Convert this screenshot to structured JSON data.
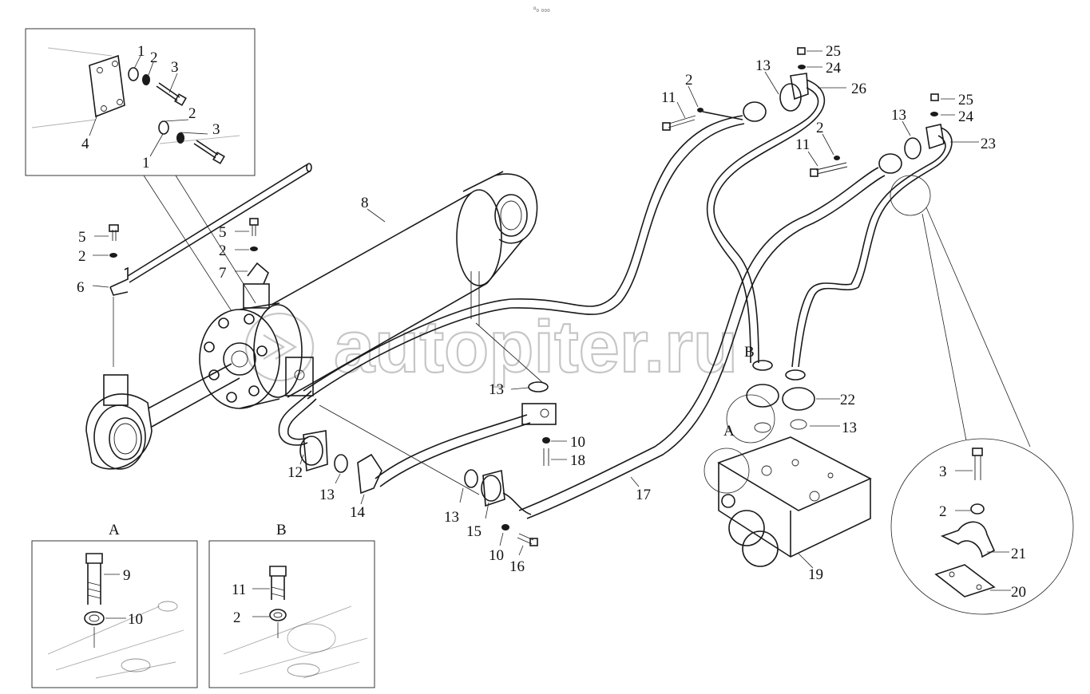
{
  "header_mark": "ᵒ₀ ₀₀₀",
  "watermark": {
    "text": "autopiter.ru"
  },
  "callouts": {
    "c1a": "1",
    "c2a": "2",
    "c3a": "3",
    "c4": "4",
    "c2b": "2",
    "c3b": "3",
    "c1b": "1",
    "c5a": "5",
    "c2c": "2",
    "c6": "6",
    "c5b": "5",
    "c2d": "2",
    "c7": "7",
    "c8": "8",
    "c11a": "11",
    "c2e": "2",
    "c13a": "13",
    "c25a": "25",
    "c24a": "24",
    "c26": "26",
    "c13b": "13",
    "c25b": "25",
    "c24b": "24",
    "c23": "23",
    "c11b": "11",
    "c2f": "2",
    "c13c": "13",
    "c10a": "10",
    "c18": "18",
    "c12": "12",
    "c13d": "13",
    "c14": "14",
    "c13e": "13",
    "c15": "15",
    "c10b": "10",
    "c16": "16",
    "c17": "17",
    "c22": "22",
    "c13f": "13",
    "c19": "19",
    "c3c": "3",
    "c2g": "2",
    "c21": "21",
    "c20": "20"
  },
  "view_labels": {
    "A_onpart": "A",
    "B_onpart": "B",
    "A_box": "A",
    "B_box": "B"
  },
  "detail_A": {
    "c9": "9",
    "c10": "10"
  },
  "detail_B": {
    "c11": "11",
    "c2": "2"
  }
}
